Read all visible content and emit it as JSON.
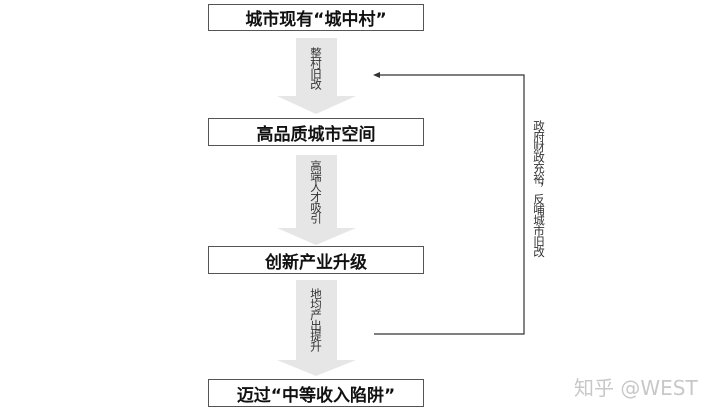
{
  "boxes": [
    {
      "label": "城市现有“城中村”"
    },
    {
      "label": "高品质城市空间"
    },
    {
      "label": "创新产业升级"
    },
    {
      "label": "迈过“中等收入陷阱”"
    }
  ],
  "arrows": [
    {
      "label": "整村旧改"
    },
    {
      "label": "高端人才吸引"
    },
    {
      "label": "地均产出提升"
    }
  ],
  "feedback": {
    "label": "政府财政充裕，反哺城市旧改"
  },
  "watermark": "知乎 @WEST",
  "colors": {
    "arrow_fill": "#e6e6e6",
    "line": "#333333",
    "watermark": "#c8c8c8"
  }
}
